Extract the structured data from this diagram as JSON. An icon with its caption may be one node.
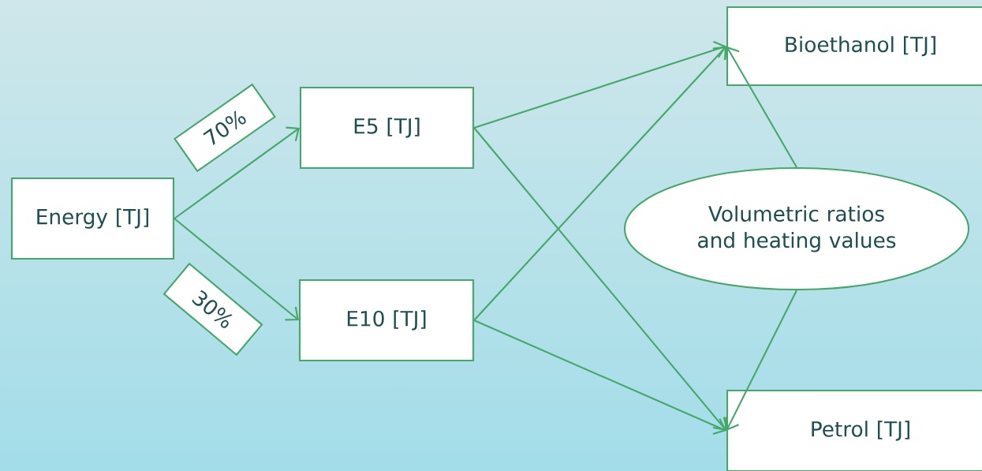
{
  "diagram": {
    "nodes": [
      {
        "text": [
          "Energy [TJ]"
        ]
      },
      {
        "text": [
          "E5 [TJ]"
        ]
      },
      {
        "text": [
          "E10 [TJ]"
        ]
      },
      {
        "text": [
          "Bioethanol [TJ]"
        ]
      },
      {
        "text": [
          "Petrol [TJ]"
        ]
      },
      {
        "text": [
          "Volumetric ratios and heating values"
        ]
      }
    ],
    "edges": [
      {
        "from": 0,
        "to": 1,
        "arrow": "to",
        "label": "70%"
      },
      {
        "from": 0,
        "to": 2,
        "arrow": "to",
        "label": "30%"
      },
      {
        "from": 1,
        "to": 3,
        "arrow": "to"
      },
      {
        "from": 1,
        "to": 4,
        "arrow": "to"
      },
      {
        "from": 2,
        "to": 3,
        "arrow": "to"
      },
      {
        "from": 2,
        "to": 4,
        "arrow": "to"
      },
      {
        "from": 5,
        "to": 3,
        "arrow": "to"
      },
      {
        "from": 5,
        "to": 4,
        "arrow": "to"
      }
    ]
  }
}
